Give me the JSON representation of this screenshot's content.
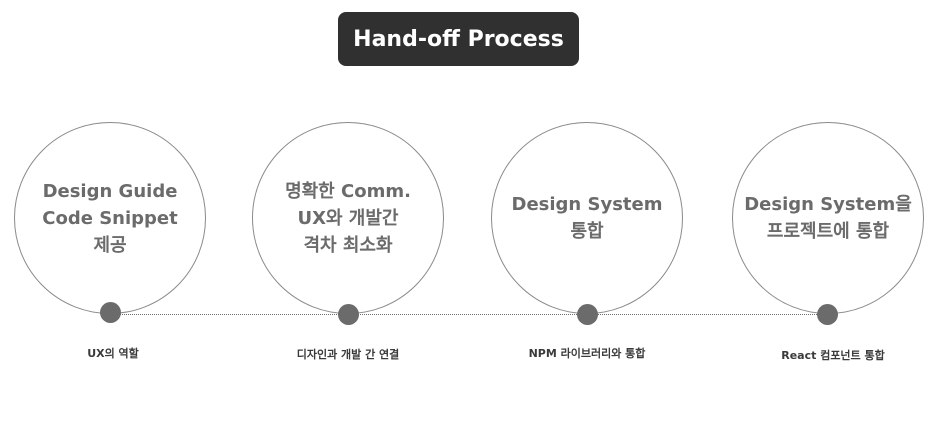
{
  "title": "Hand-off Process",
  "steps": [
    {
      "text": "Design Guide\nCode Snippet\n제공",
      "caption": "UX의 역할"
    },
    {
      "text": "명확한 Comm.\nUX와 개발간\n격차 최소화",
      "caption": "디자인과 개발 간 연결"
    },
    {
      "text": "Design System\n통합",
      "caption": "NPM 라이브러리와 통합"
    },
    {
      "text": "Design System을\n프로젝트에 통합",
      "caption": "React 컴포넌트 통합"
    }
  ],
  "colors": {
    "badge_bg": "#303030",
    "circle_text": "#6b6b6b",
    "dot": "#6b6b6b"
  }
}
